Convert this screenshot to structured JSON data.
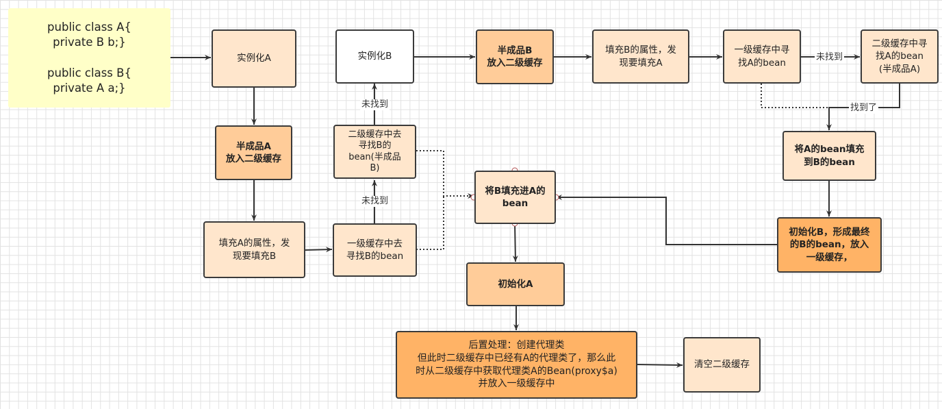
{
  "code_block": "public class A{\nprivate B b;}\n\npublic class B{\nprivate A a;}",
  "nodes": {
    "instantiate_a": "实例化A",
    "half_a": "半成品A\n放入二级缓存",
    "fill_a": "填充A的属性，发\n现要填充B",
    "l1_find_b": "一级缓存中去\n寻找B的bean",
    "l2_find_b": "二级缓存中去\n寻找B的\nbean(半成品\nB)",
    "instantiate_b": "实例化B",
    "half_b": "半成品B\n放入二级缓存",
    "fill_b": "填充B的属性，发\n现要填充A",
    "l1_find_a": "一级缓存中寻\n找A的bean",
    "l2_find_a": "二级缓存中寻\n找A的bean\n(半成品A)",
    "fill_a_into_b": "将A的bean填充\n到B的bean",
    "init_b": "初始化B，形成最终\n的B的bean，放入\n一级缓存，",
    "fill_b_into_a": "将B填充进A的\nbean",
    "init_a": "初始化A",
    "post_process": "后置处理：创建代理类\n但此时二级缓存中已经有A的代理类了，那么此\n时从二级缓存中获取代理类A的Bean(proxy$a)\n并放入一级缓存中",
    "clear_l2": "清空二级缓存"
  },
  "edge_labels": {
    "not_found_1": "未找到",
    "not_found_2": "未找到",
    "not_found_3": "未找到",
    "found": "找到了"
  },
  "colors": {
    "light": "#ffe6cc",
    "mid": "#ffcc99",
    "dark": "#ffb366",
    "note": "#ffffc8"
  }
}
